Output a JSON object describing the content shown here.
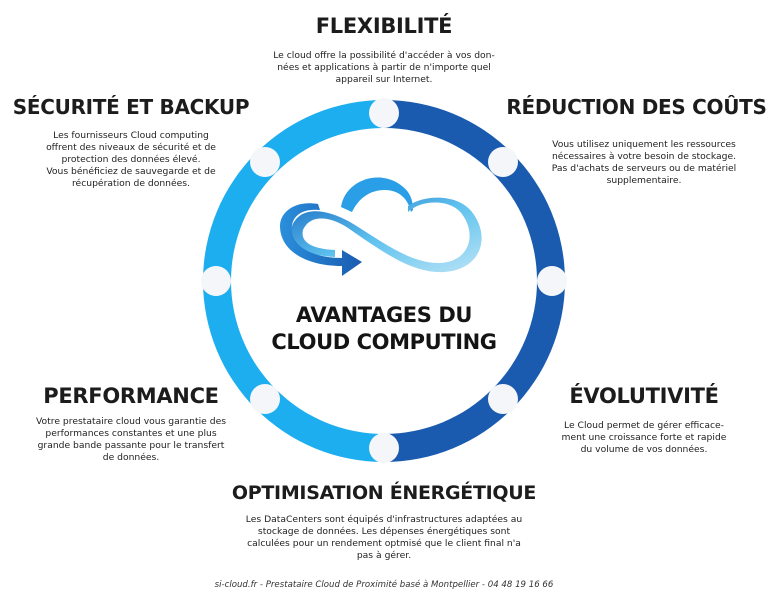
{
  "colors": {
    "ring_left": "#1daef0",
    "ring_right": "#1a5bb0",
    "dot": "#f4f6f9",
    "text": "#1c1c1c"
  },
  "center": {
    "icon": "cloud-infinity-icon",
    "title_lines": [
      "AVANTAGES DU",
      "CLOUD COMPUTING"
    ]
  },
  "sections": {
    "flexibilite": {
      "title": "FLEXIBILITÉ",
      "lines": [
        "Le cloud offre la possibilité d'accéder à vos don-",
        "nées et applications à partir de n'importe quel",
        "appareil sur Internet."
      ]
    },
    "securite": {
      "title": "SÉCURITÉ ET BACKUP",
      "lines": [
        "Les fournisseurs Cloud computing",
        "offrent des niveaux de sécurité et de",
        "protection des données élevé.",
        "Vous bénéficiez de sauvegarde et de",
        "récupération de données."
      ]
    },
    "reduction": {
      "title": "RÉDUCTION DES COÛTS",
      "lines": [
        "Vous utilisez uniquement les ressources",
        "nécessaires à votre besoin de stockage.",
        "Pas d'achats de serveurs ou de matériel",
        "supplementaire."
      ]
    },
    "performance": {
      "title": "PERFORMANCE",
      "lines": [
        "Votre prestataire cloud vous garantie des",
        "performances constantes et une plus",
        "grande bande passante pour le transfert",
        "de données."
      ]
    },
    "evolutivite": {
      "title": "ÉVOLUTIVITÉ",
      "lines": [
        "Le Cloud permet de gérer efficace-",
        "ment une croissance forte et rapide",
        "du volume de vos données."
      ]
    },
    "optimisation": {
      "title": "OPTIMISATION ÉNERGÉTIQUE",
      "lines": [
        "Les DataCenters sont équipés d'infrastructures adaptées au",
        "stockage de données.  Les dépenses énergétiques sont",
        "calculées pour un rendement optmisé que le client final n'a",
        "pas à gérer."
      ]
    }
  },
  "footer": "si-cloud.fr - Prestataire Cloud de Proximité basé à Montpellier - 04 48 19 16 66"
}
